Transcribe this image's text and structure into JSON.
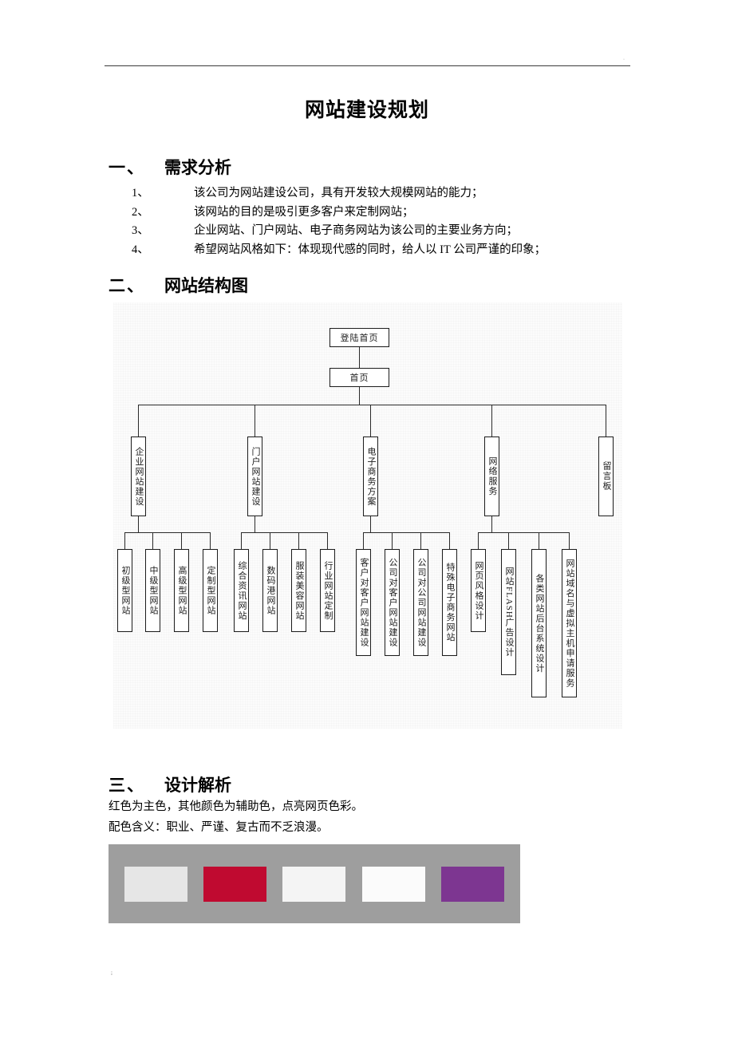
{
  "document": {
    "title": "网站建设规划",
    "header_mark": "·",
    "footer_mark": ";"
  },
  "sections": [
    {
      "number": "一、",
      "title": "需求分析"
    },
    {
      "number": "二、",
      "title": "网站结构图"
    },
    {
      "number": "三、",
      "title": "设计解析"
    }
  ],
  "requirements": [
    {
      "index": "1、",
      "text": "该公司为网站建设公司，具有开发较大规模网站的能力；"
    },
    {
      "index": "2、",
      "text": "该网站的目的是吸引更多客户来定制网站；"
    },
    {
      "index": "3、",
      "text": "企业网站、门户网站、电子商务网站为该公司的主要业务方向；"
    },
    {
      "index": "4、",
      "text": "希望网站风格如下：体现现代感的同时，给人以 IT 公司严谨的印象；"
    }
  ],
  "design_notes": {
    "line1": "红色为主色，其他颜色为辅助色，点亮网页色彩。",
    "line2": "配色含义：职业、严谨、复古而不乏浪漫。"
  },
  "sitemap": {
    "root": "登陆首页",
    "home": "首页",
    "level2": [
      "企业网站建设",
      "门户网站建设",
      "电子商务方案",
      "网络服务",
      "留言板"
    ],
    "level3": {
      "enterprise": [
        "初级型网站",
        "中级型网站",
        "高级型网站",
        "定制型网站"
      ],
      "portal": [
        "综合资讯网站",
        "数码港网站",
        "服装美容网站",
        "行业网站定制"
      ],
      "ecommerce": [
        "客户对客户网站建设",
        "公司对客户网站建设",
        "公司对公司网站建设",
        "特殊电子商务网站"
      ],
      "netservice_1": "网页风格设计",
      "netservice_2a": "网站",
      "netservice_2b": "FLASH",
      "netservice_2c": "广告设计",
      "netservice_3": "各类网站后台系统设计",
      "netservice_4": "网站域名与虚拟主机申请服务"
    }
  },
  "palette": {
    "background": "#9e9e9e",
    "swatches": [
      {
        "name": "light-gray",
        "color": "#e6e6e6"
      },
      {
        "name": "crimson-red",
        "color": "#c00a30"
      },
      {
        "name": "off-white",
        "color": "#f4f4f4"
      },
      {
        "name": "white",
        "color": "#fbfbfb"
      },
      {
        "name": "purple",
        "color": "#7d3691"
      }
    ]
  }
}
